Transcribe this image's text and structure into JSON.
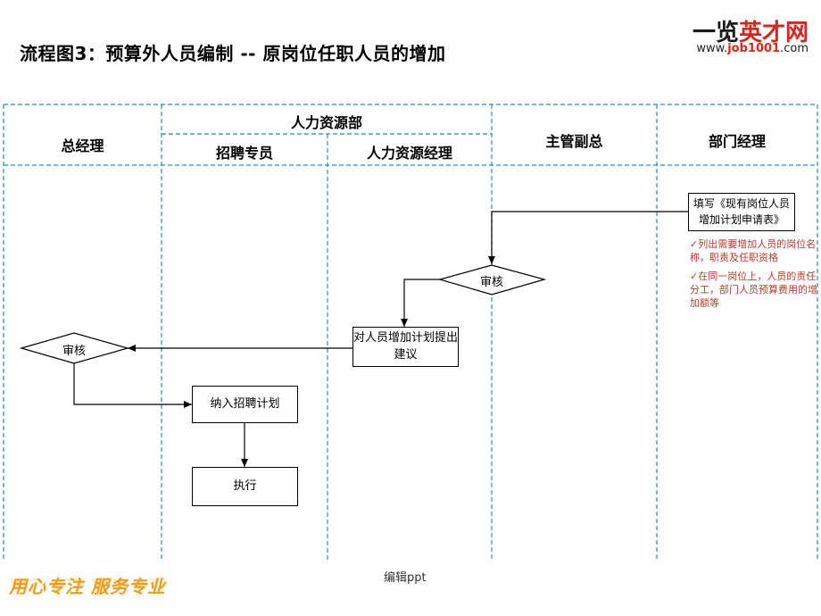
{
  "title": "流程图3：预算外人员编制 -- 原岗位任职人员的增加",
  "logo": {
    "main_part1": "一览",
    "main_part2": "英才网",
    "sub_prefix": "www.",
    "sub_accent": "job1001",
    "sub_suffix": ".com"
  },
  "lanes": {
    "general_manager": "总经理",
    "hr_department": "人力资源部",
    "recruiter": "招聘专员",
    "hr_manager": "人力资源经理",
    "vice_president": "主管副总",
    "dept_manager": "部门经理"
  },
  "nodes": {
    "fill_form": "填写《现有岗位人员增加计划申请表》",
    "review_vp": "审核",
    "propose": "对人员增加计划提出建议",
    "review_gm": "审核",
    "include_plan": "纳入招聘计划",
    "execute": "执行"
  },
  "notes": [
    "列出需要增加人员的岗位名称，职责及任职资格",
    "在同一岗位上，人员的责任分工，部门人员预算费用的增加额等"
  ],
  "footer": {
    "caption": "编辑ppt",
    "slogan": "用心专注 服务专业"
  },
  "colors": {
    "lane_divider": "#2b8fa0",
    "note_red": "#c0392b",
    "brand_red": "#d8261c",
    "slogan_orange": "#f39c12"
  }
}
